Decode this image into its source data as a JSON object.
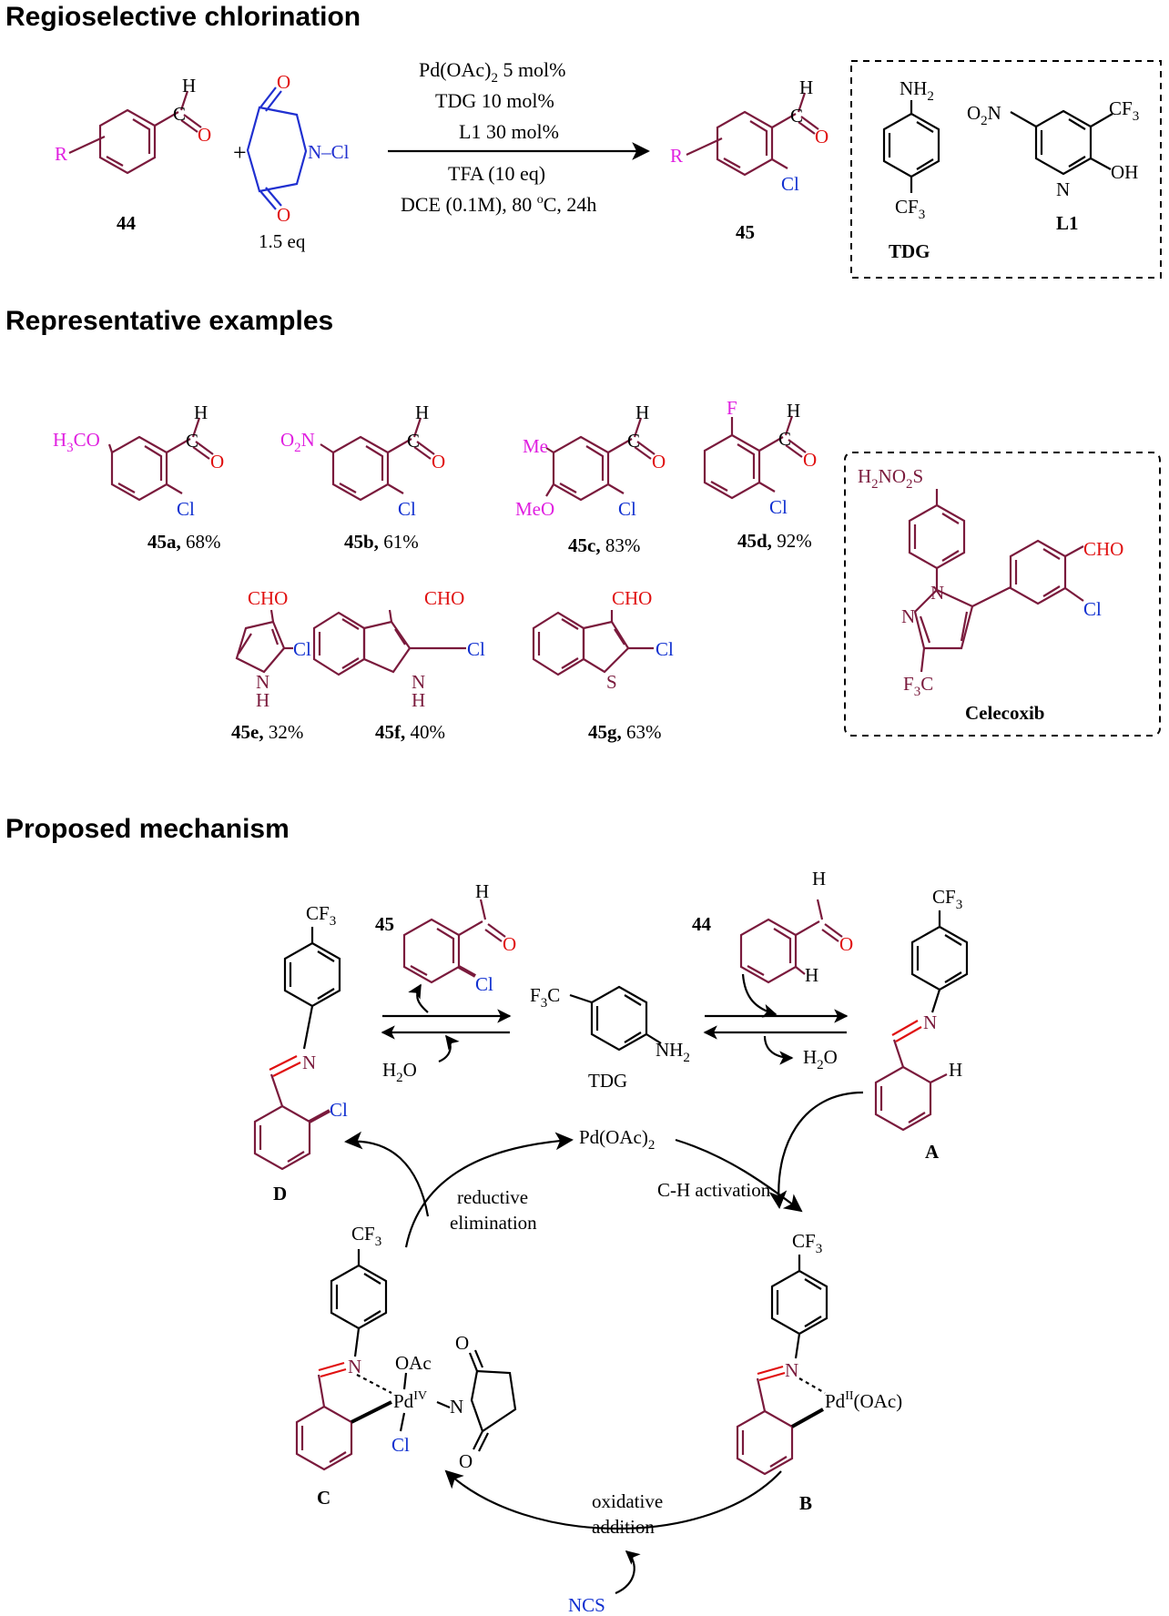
{
  "colors": {
    "ring": "#7a1a3c",
    "substituent": "#e020e0",
    "oxygen": "#e01010",
    "chlorine": "#1030d0",
    "nitrogen_imide": "#2030d0",
    "text": "#000000"
  },
  "sections": {
    "chlorination": "Regioselective chlorination",
    "examples": "Representative examples",
    "mechanism": "Proposed mechanism"
  },
  "reaction": {
    "cond1": "Pd(OAc)",
    "cond1_sub": "2",
    "cond1_tail": "  5 mol%",
    "cond2": "TDG  10 mol%",
    "cond3": "L1  30 mol%",
    "cond4": "TFA  (10 eq)",
    "cond5a": "DCE (0.1M), 80 ",
    "cond5b": "o",
    "cond5c": "C, 24h",
    "substrate_label": "44",
    "product_label": "45",
    "ncs_eq": "1.5 eq",
    "plus": "+",
    "R": "R",
    "H": "H",
    "C": "C",
    "O": "O",
    "N": "N",
    "Cl": "Cl",
    "N_Cl": "N–Cl"
  },
  "box1": {
    "tdg_top": "NH",
    "tdg_top_sub": "2",
    "tdg_bottom": "CF",
    "tdg_bottom_sub": "3",
    "tdg_label": "TDG",
    "l1_no2": "O",
    "l1_no2_sub": "2",
    "l1_no2_tail": "N",
    "l1_cf3": "CF",
    "l1_cf3_sub": "3",
    "l1_N": "N",
    "l1_OH": "OH",
    "l1_label": "L1"
  },
  "examples": [
    {
      "label": "45a,",
      "yield": " 68%",
      "sub": "H",
      "sub_sub": "3",
      "sub_tail": "CO"
    },
    {
      "label": "45b,",
      "yield": " 61%",
      "sub": "O",
      "sub_sub": "2",
      "sub_tail": "N"
    },
    {
      "label": "45c,",
      "yield": " 83%",
      "sub1": "Me",
      "sub2": "MeO"
    },
    {
      "label": "45d,",
      "yield": " 92%",
      "sub": "F"
    },
    {
      "label": "45e,",
      "yield": " 32%"
    },
    {
      "label": "45f,",
      "yield": " 40%"
    },
    {
      "label": "45g,",
      "yield": " 63%"
    }
  ],
  "ex_text": {
    "CHO": "CHO",
    "NH_N": "N",
    "NH_H": "H",
    "S": "S"
  },
  "celecoxib": {
    "label": "Celecoxib",
    "so2": "H",
    "so2_a": "2",
    "so2_b": "NO",
    "so2_c": "2",
    "so2_d": "S",
    "cho": "CHO",
    "cl": "Cl",
    "n1": "N",
    "n2": "N",
    "cf3": "F",
    "cf3_sub": "3",
    "cf3_tail": "C"
  },
  "mechanism": {
    "label_45": "45",
    "label_44": "44",
    "tdg_f3c": "F",
    "tdg_f3c_sub": "3",
    "tdg_f3c_tail": "C",
    "tdg_nh2": "NH",
    "tdg_nh2_sub": "2",
    "tdg_name": "TDG",
    "h2o_left": "H",
    "h2o_left_sub": "2",
    "h2o_left_tail": "O",
    "h2o_right": "H",
    "h2o_right_sub": "2",
    "h2o_right_tail": "O",
    "pd": "Pd(OAc)",
    "pd_sub": "2",
    "reductive1": "reductive",
    "reductive2": "elimination",
    "ch_activation": "C-H activation",
    "oxidative1": "oxidative",
    "oxidative2": "addition",
    "ncs": "NCS",
    "A": "A",
    "B": "B",
    "C": "C",
    "D": "D",
    "cf3": "CF",
    "cf3_sub": "3",
    "pdII": "Pd",
    "pdII_sup": "II",
    "pdII_tail": "(OAc)",
    "pdIV": "Pd",
    "pdIV_sup": "IV",
    "oac": "OAc",
    "O": "O",
    "N": "N",
    "Cl": "Cl",
    "H": "H"
  }
}
